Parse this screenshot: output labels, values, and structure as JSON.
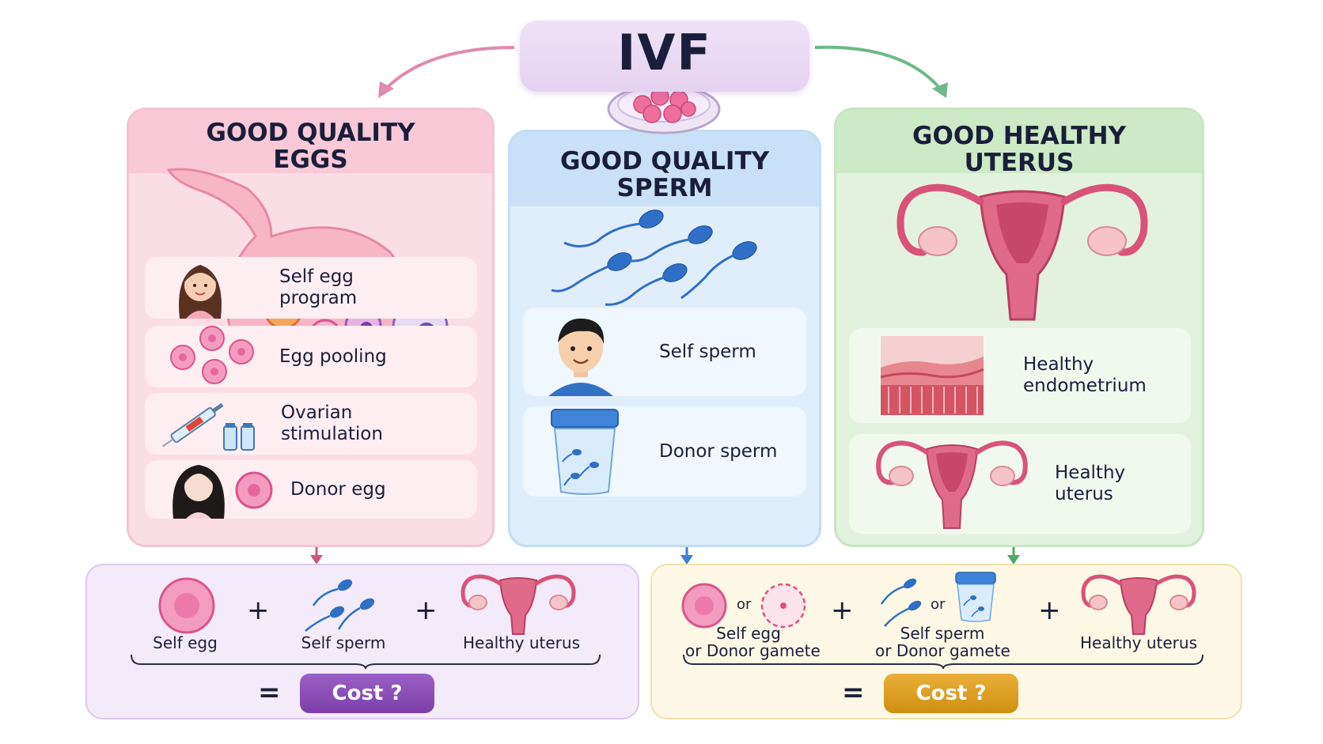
{
  "title": "IVF",
  "columns": {
    "eggs": {
      "title_line1": "GOOD QUALITY",
      "title_line2": "EGGS",
      "items": [
        {
          "line1": "Self egg",
          "line2": "program"
        },
        {
          "line1": "Egg pooling",
          "line2": ""
        },
        {
          "line1": "Ovarian",
          "line2": "stimulation"
        },
        {
          "line1": "Donor egg",
          "line2": ""
        }
      ]
    },
    "sperm": {
      "title_line1": "GOOD QUALITY",
      "title_line2": "SPERM",
      "items": [
        {
          "line1": "Self sperm"
        },
        {
          "line1": "Donor sperm"
        }
      ]
    },
    "uterus": {
      "title_line1": "GOOD HEALTHY",
      "title_line2": "UTERUS",
      "items": [
        {
          "line1": "Healthy",
          "line2": "endometrium"
        },
        {
          "line1": "Healthy",
          "line2": "uterus"
        }
      ]
    }
  },
  "summary_left": {
    "egg_label": "Self egg",
    "sperm_label": "Self sperm",
    "uterus_label": "Healthy uterus",
    "plus": "+",
    "equals": "=",
    "cost_label": "Cost ?"
  },
  "summary_right": {
    "or": "or",
    "egg_label_line1": "Self egg",
    "egg_label_line2": "or Donor gamete",
    "sperm_label_line1": "Self sperm",
    "sperm_label_line2": "or Donor gamete",
    "uterus_label": "Healthy uterus",
    "plus": "+",
    "equals": "=",
    "cost_label": "Cost ?"
  },
  "colors": {
    "pink_column": "#fbdde6",
    "blue_column": "#e0eefb",
    "green_column": "#e3f2df",
    "cost_left": "#8a4cb8",
    "cost_right": "#dfa022"
  }
}
